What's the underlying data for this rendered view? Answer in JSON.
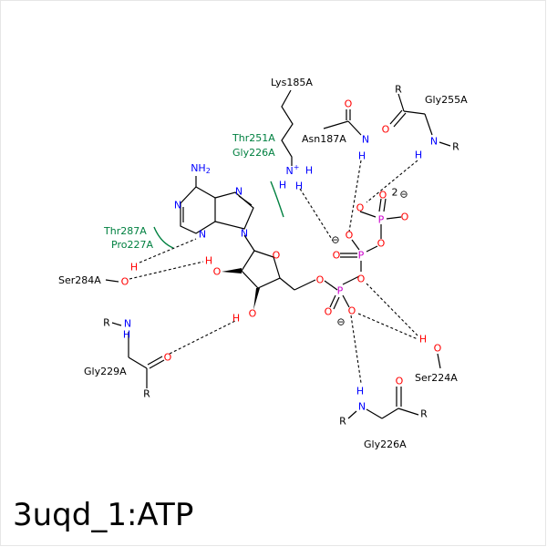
{
  "title": "3uqd_1:ATP",
  "colors": {
    "carbon": "#000000",
    "nitrogen": "#0000ff",
    "oxygen": "#ff0000",
    "phosphorus": "#cc00cc",
    "hydrophobic": "#008040"
  },
  "residues": {
    "lys185": "Lys185A",
    "asn187": "Asn187A",
    "gly255": "Gly255A",
    "thr251": "Thr251A",
    "gly226_top": "Gly226A",
    "thr287": "Thr287A",
    "pro227": "Pro227A",
    "ser284": "Ser284A",
    "gly229": "Gly229A",
    "ser224": "Ser224A",
    "gly226_bottom": "Gly226A"
  },
  "atoms": {
    "N": "N",
    "O": "O",
    "H": "H",
    "P": "P",
    "R": "R",
    "NH2": "NH",
    "sub2": "2",
    "NH3plus": "N",
    "plus": "+",
    "minus": "⊖",
    "two": "2"
  }
}
